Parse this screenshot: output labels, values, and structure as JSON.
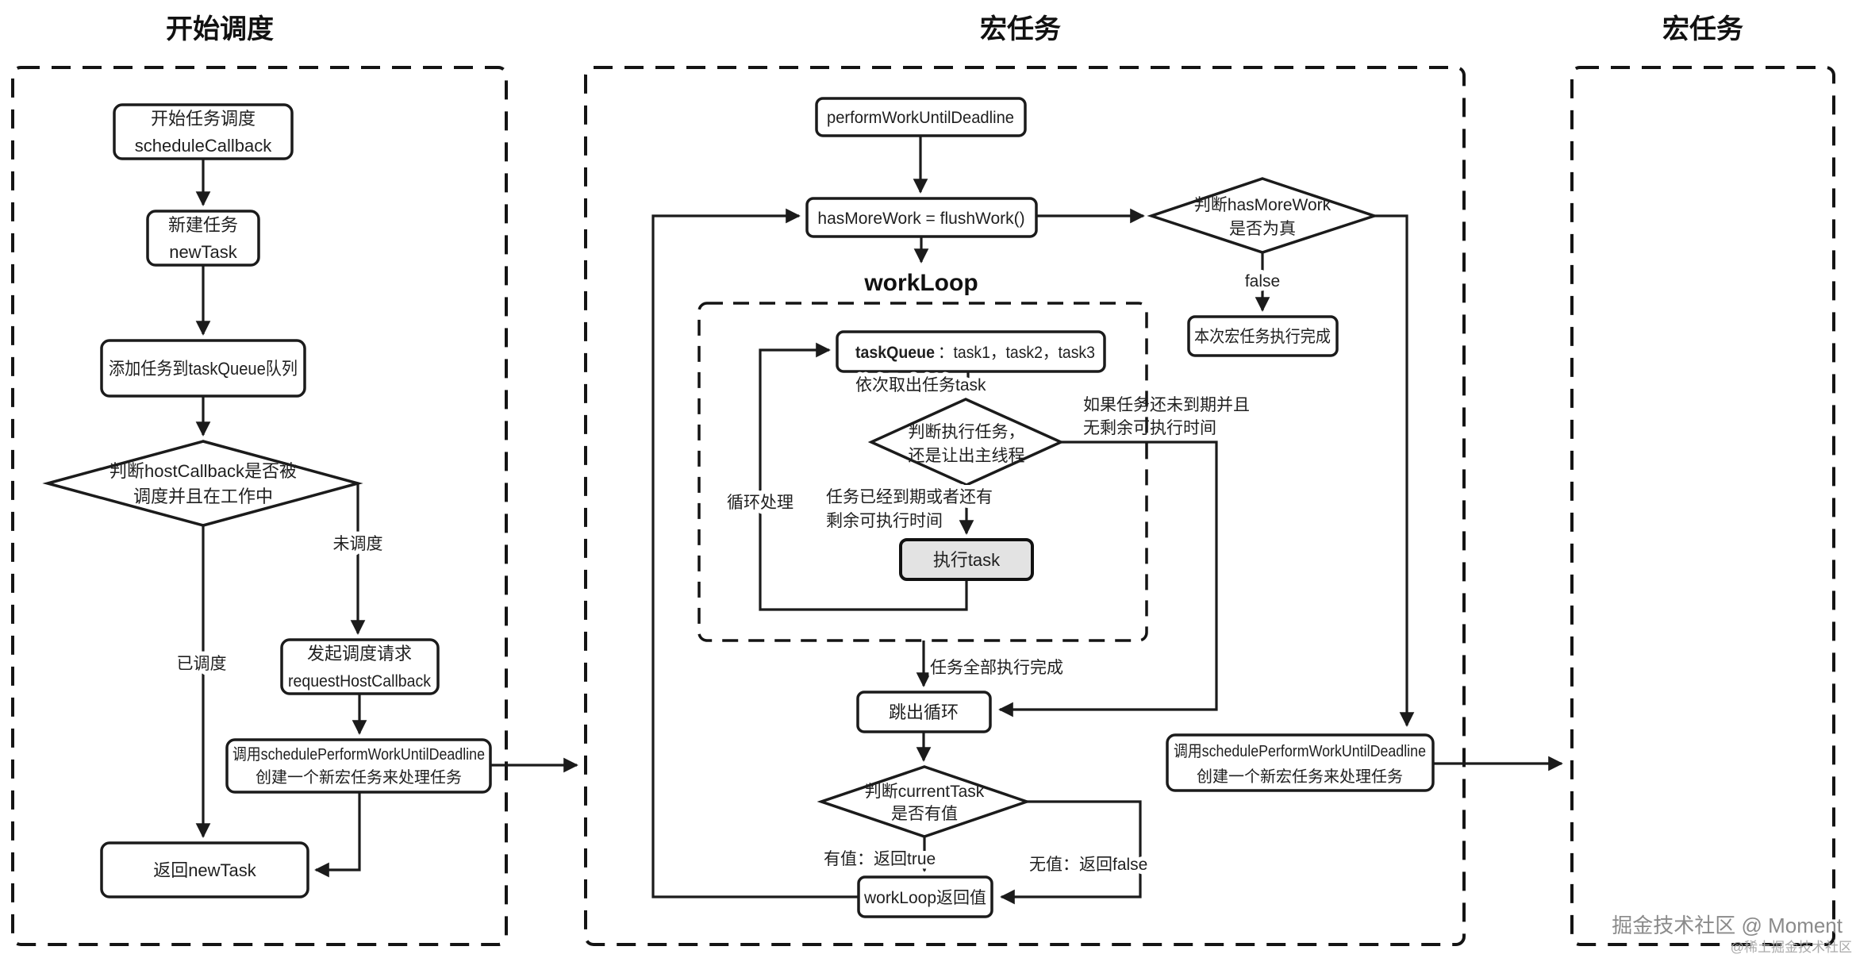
{
  "titles": {
    "left": "开始调度",
    "middle": "宏任务",
    "right": "宏任务"
  },
  "left": {
    "start_l1": "开始任务调度",
    "start_l2": "scheduleCallback",
    "newtask_l1": "新建任务",
    "newtask_l2": "newTask",
    "addtask": "添加任务到taskQueue队列",
    "judge_l1": "判断hostCallback是否被",
    "judge_l2": "调度并且在工作中",
    "scheduled": "已调度",
    "not_scheduled": "未调度",
    "request_l1": "发起调度请求",
    "request_l2": "requestHostCallback",
    "schedule_l1": "调用schedulePerformWorkUntilDeadline",
    "schedule_l2": "创建一个新宏任务来处理任务",
    "return_newtask": "返回newTask"
  },
  "middle": {
    "perform": "performWorkUntilDeadline",
    "hasmore": "hasMoreWork = flushWork()",
    "workloop": "workLoop",
    "taskqueue_bold": "taskQueue",
    "taskqueue_rest": "：task1，task2，task3",
    "take_task": "依次取出任务task",
    "judge_exec_l1": "判断执行任务，",
    "judge_exec_l2": "还是让出主线程",
    "loop": "循环处理",
    "expired_l1": "任务已经到期或者还有",
    "expired_l2": "剩余可执行时间",
    "not_expired_l1": "如果任务还未到期并且",
    "not_expired_l2": "无剩余可执行时间",
    "exec_task": "执行task",
    "all_done": "任务全部执行完成",
    "break_loop": "跳出循环",
    "judge_cur_l1": "判断currentTask",
    "judge_cur_l2": "是否有值",
    "has_value": "有值：返回true",
    "no_value": "无值：返回false",
    "wl_return": "workLoop返回值"
  },
  "right": {
    "judge_hmw_l1": "判断hasMoreWork",
    "judge_hmw_l2": "是否为真",
    "false_label": "false",
    "macro_done": "本次宏任务执行完成",
    "schedule_l1": "调用schedulePerformWorkUntilDeadline",
    "schedule_l2": "创建一个新宏任务来处理任务"
  },
  "watermark": {
    "main": "掘金技术社区 @ Moment",
    "sub": "@稀土掘金技术社区"
  },
  "colors": {
    "line": "#1b1b1b",
    "box_fill": "#ffffff",
    "exec_fill": "#e3e3e3",
    "watermark_main": "#8a8a8a",
    "watermark_sub": "#a9a9a9"
  }
}
